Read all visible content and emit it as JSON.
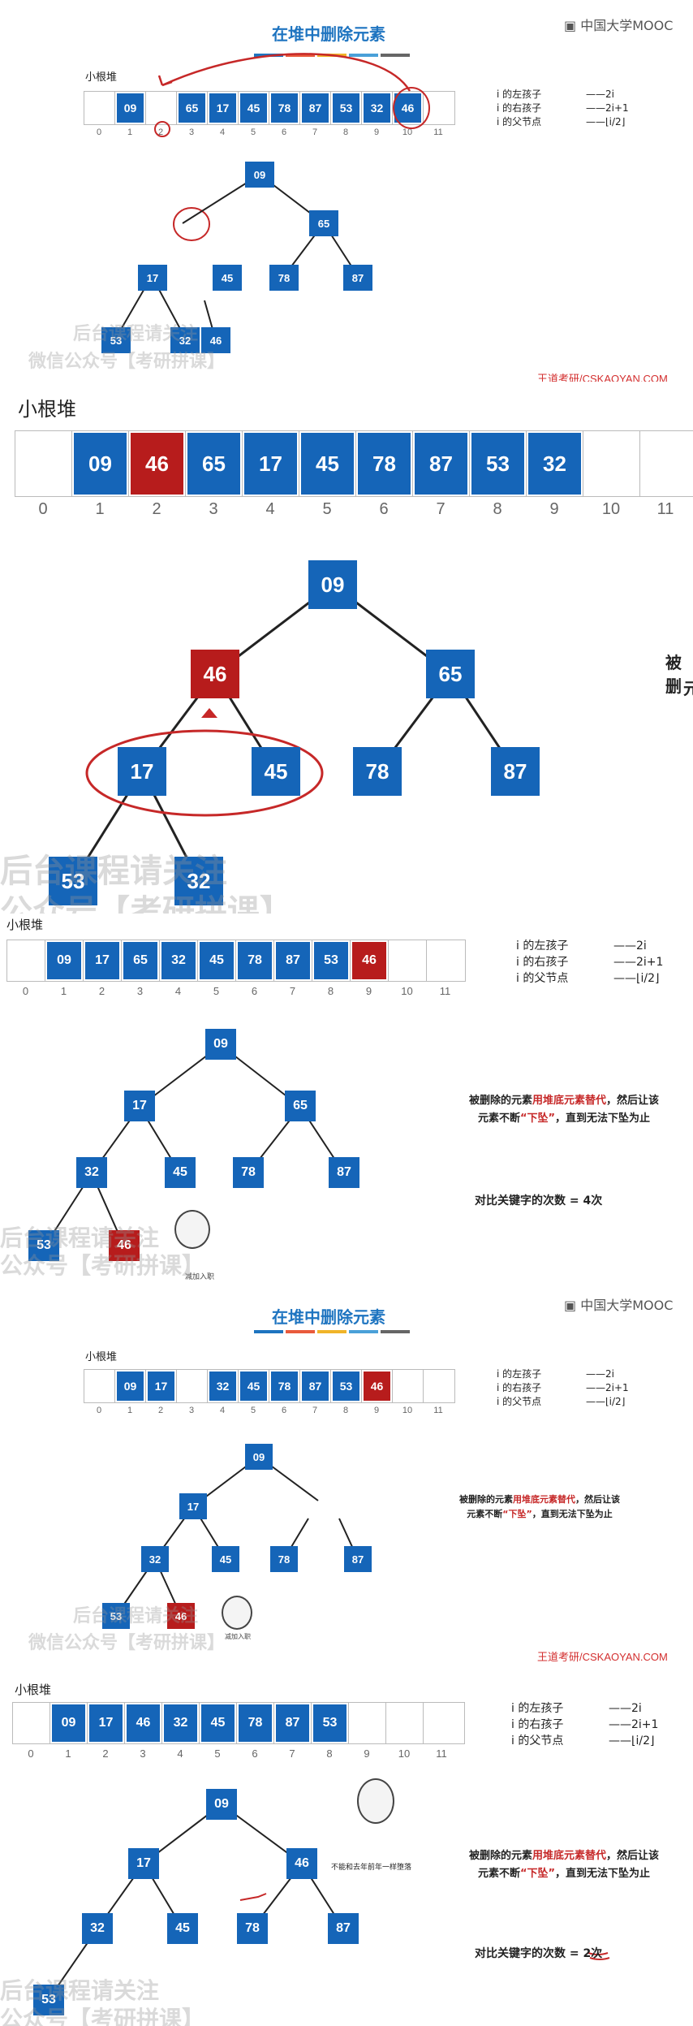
{
  "slide1": {
    "title": "在堆中删除元素",
    "logo": "中国大学MOOC",
    "heap_label": "小根堆",
    "array": [
      "",
      "09",
      "",
      "65",
      "17",
      "45",
      "78",
      "87",
      "53",
      "32",
      "46",
      ""
    ],
    "indices": [
      "0",
      "1",
      "2",
      "3",
      "4",
      "5",
      "6",
      "7",
      "8",
      "9",
      "10",
      "11"
    ],
    "rules": [
      {
        "k": "i 的左孩子",
        "v": "——2i"
      },
      {
        "k": "i 的右孩子",
        "v": "——2i+1"
      },
      {
        "k": "i 的父节点",
        "v": "——⌊i/2⌋"
      }
    ],
    "nodes": [
      "09",
      "65",
      "17",
      "45",
      "78",
      "87",
      "53",
      "32",
      "46"
    ],
    "brand": "王道考研/CSKAOYAN.COM",
    "watermark1": "后台课程请关注",
    "watermark2": "微信公众号【考研拼课】"
  },
  "slide2": {
    "heap_label": "小根堆",
    "array": [
      "",
      "09",
      "46",
      "65",
      "17",
      "45",
      "78",
      "87",
      "53",
      "32",
      "",
      ""
    ],
    "indices": [
      "0",
      "1",
      "2",
      "3",
      "4",
      "5",
      "6",
      "7",
      "8",
      "9",
      "10",
      "11"
    ],
    "nodes": [
      "09",
      "46",
      "65",
      "17",
      "45",
      "78",
      "87",
      "53",
      "32"
    ],
    "side_text1": "被删",
    "side_text2": "元",
    "watermark1": "后台课程请关注",
    "watermark2": "公众号【考研拼课】"
  },
  "slide3": {
    "heap_label": "小根堆",
    "array": [
      "",
      "09",
      "17",
      "65",
      "32",
      "45",
      "78",
      "87",
      "53",
      "46",
      "",
      ""
    ],
    "indices": [
      "0",
      "1",
      "2",
      "3",
      "4",
      "5",
      "6",
      "7",
      "8",
      "9",
      "10",
      "11"
    ],
    "rules": [
      {
        "k": "i 的左孩子",
        "v": "——2i"
      },
      {
        "k": "i 的右孩子",
        "v": "——2i+1"
      },
      {
        "k": "i 的父节点",
        "v": "——⌊i/2⌋"
      }
    ],
    "nodes": [
      "09",
      "17",
      "65",
      "32",
      "45",
      "78",
      "87",
      "53",
      "46"
    ],
    "note_a": "被删除的元素",
    "note_b": "用堆底元素替代",
    "note_c": "，然后让该",
    "note_d": "元素不断",
    "note_e": "“下坠”",
    "note_f": "，直到无法下坠为止",
    "count": "对比关键字的次数 = 4次",
    "meme_caption": "减加入职",
    "watermark1": "后台课程请关注",
    "watermark2": "公众号【考研拼课】"
  },
  "slide4": {
    "title": "在堆中删除元素",
    "logo": "中国大学MOOC",
    "heap_label": "小根堆",
    "array": [
      "",
      "09",
      "17",
      "",
      "32",
      "45",
      "78",
      "87",
      "53",
      "46",
      "",
      ""
    ],
    "indices": [
      "0",
      "1",
      "2",
      "3",
      "4",
      "5",
      "6",
      "7",
      "8",
      "9",
      "10",
      "11"
    ],
    "rules": [
      {
        "k": "i 的左孩子",
        "v": "——2i"
      },
      {
        "k": "i 的右孩子",
        "v": "——2i+1"
      },
      {
        "k": "i 的父节点",
        "v": "——⌊i/2⌋"
      }
    ],
    "nodes": [
      "09",
      "17",
      "32",
      "45",
      "78",
      "87",
      "53",
      "46"
    ],
    "note_a": "被删除的元素",
    "note_b": "用堆底元素替代",
    "note_c": "，然后让该",
    "note_d": "元素不断",
    "note_e": "“下坠”",
    "note_f": "，直到无法下坠为止",
    "meme_caption": "减加入职",
    "brand": "王道考研/CSKAOYAN.COM",
    "watermark1": "后台课程请关注",
    "watermark2": "微信公众号【考研拼课】"
  },
  "slide5": {
    "heap_label": "小根堆",
    "array": [
      "",
      "09",
      "17",
      "46",
      "32",
      "45",
      "78",
      "87",
      "53",
      "",
      "",
      ""
    ],
    "indices": [
      "0",
      "1",
      "2",
      "3",
      "4",
      "5",
      "6",
      "7",
      "8",
      "9",
      "10",
      "11"
    ],
    "rules": [
      {
        "k": "i 的左孩子",
        "v": "——2i"
      },
      {
        "k": "i 的右孩子",
        "v": "——2i+1"
      },
      {
        "k": "i 的父节点",
        "v": "——⌊i/2⌋"
      }
    ],
    "nodes": [
      "09",
      "17",
      "46",
      "32",
      "45",
      "78",
      "87",
      "53"
    ],
    "note_a": "被删除的元素",
    "note_b": "用堆底元素替代",
    "note_c": "，然后让该",
    "note_d": "元素不断",
    "note_e": "“下坠”",
    "note_f": "，直到无法下坠为止",
    "count": "对比关键字的次数 = 2次",
    "meme_caption": "不能和去年前年一样堕落",
    "watermark1": "后台课程请关注",
    "watermark2": "公众号【考研拼课】"
  }
}
